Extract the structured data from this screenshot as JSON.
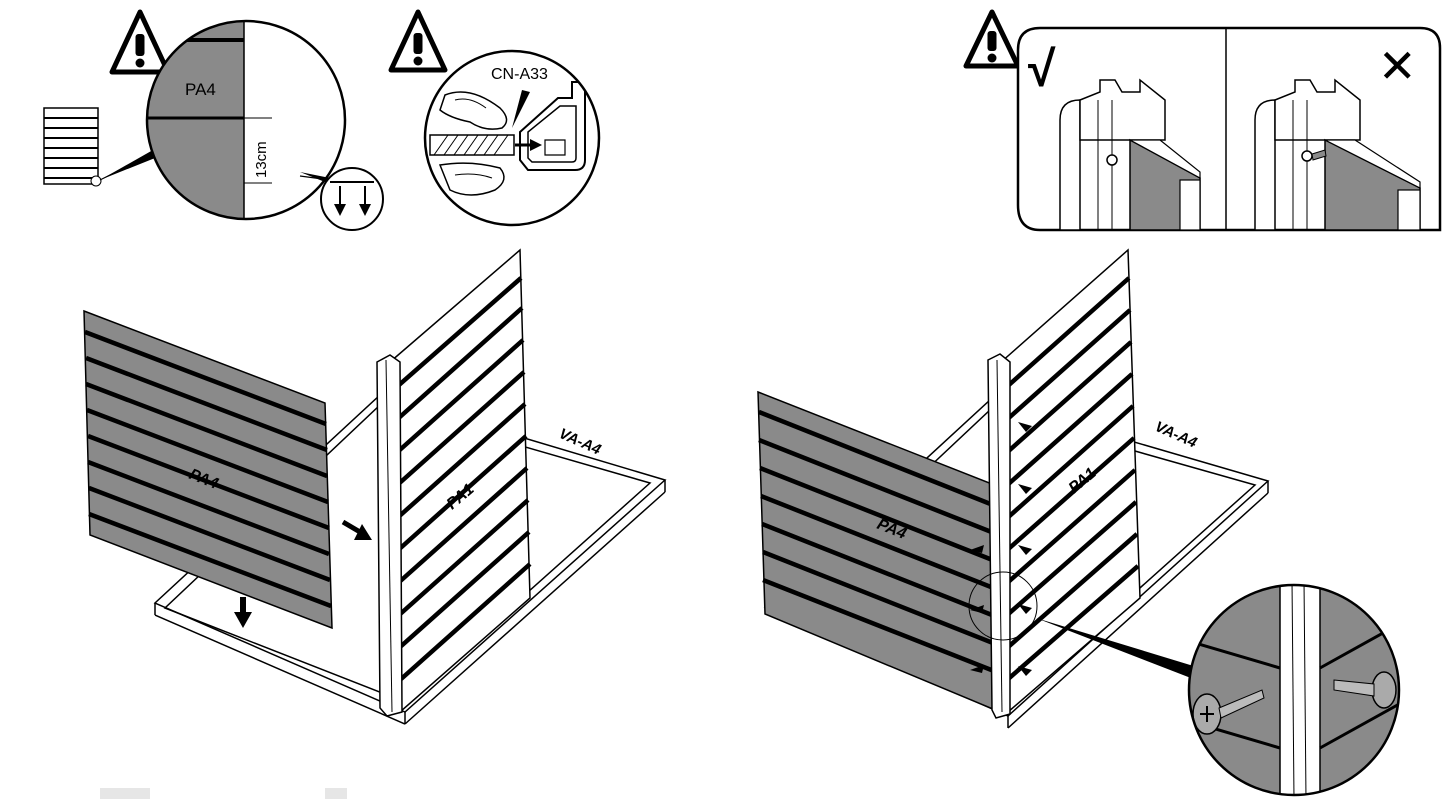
{
  "labels": {
    "pa4_detail": "PA4",
    "measure": "13cm",
    "connector": "CN-A33",
    "panel_left_a": "PA4",
    "panel_left_b": "PA1",
    "frame_left": "VA-A4",
    "panel_right_a": "PA4",
    "panel_right_b": "PA1",
    "frame_right": "VA-A4"
  },
  "marks": {
    "correct": "√",
    "wrong": "✕"
  },
  "colors": {
    "panel_gray": "#8a8a8a",
    "ink": "#000000",
    "paper": "#ffffff"
  }
}
